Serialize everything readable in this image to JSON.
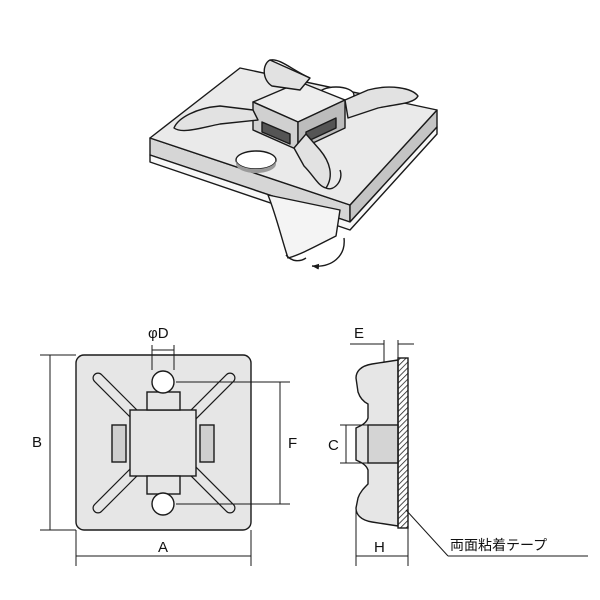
{
  "labels": {
    "phi_d": "φD",
    "a": "A",
    "b": "B",
    "c": "C",
    "e": "E",
    "f": "F",
    "h": "H",
    "tape": "両面粘着テープ"
  },
  "colors": {
    "line": "#1a1a1a",
    "body_fill": "#e6e6e6",
    "body_dark": "#bdbdbd",
    "tape_fill": "#f7f7f7"
  }
}
